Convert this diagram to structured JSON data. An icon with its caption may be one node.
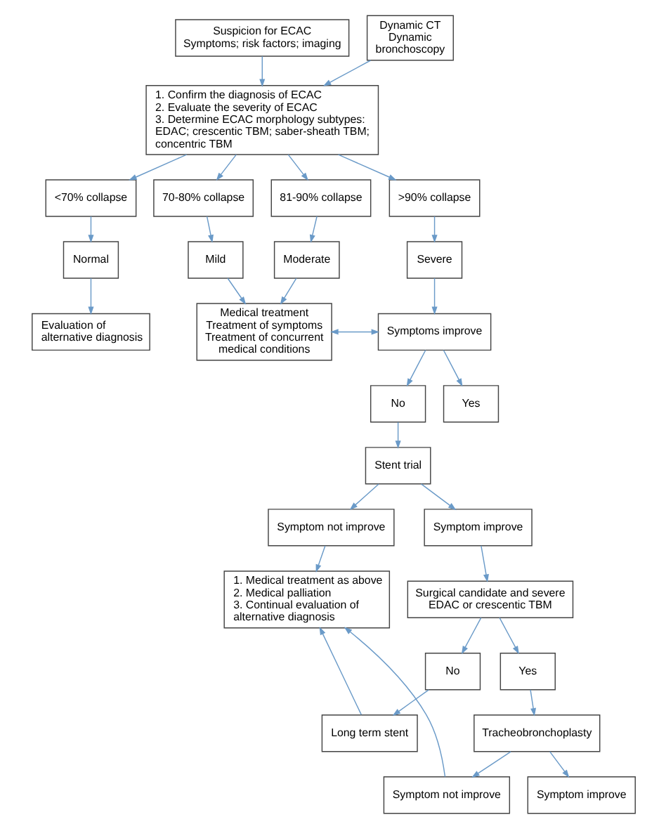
{
  "diagram": {
    "nodes": [
      {
        "text": [
          "Suspicion for ECAC",
          "Symptoms; risk factors; imaging"
        ]
      },
      {
        "text": [
          "Dynamic CT",
          "Dynamic bronchoscopy"
        ]
      },
      {
        "text": [
          "1. Confirm the diagnosis of ECAC",
          "2. Evaluate the severity of ECAC",
          "3. Determine ECAC morphology subtypes: EDAC; crescentic TBM; saber-sheath TBM; concentric TBM"
        ]
      },
      {
        "text": [
          "<70% collapse"
        ]
      },
      {
        "text": [
          "70-80% collapse"
        ]
      },
      {
        "text": [
          "81-90% collapse"
        ]
      },
      {
        "text": [
          ">90% collapse"
        ]
      },
      {
        "text": [
          "Normal"
        ]
      },
      {
        "text": [
          "Mild"
        ]
      },
      {
        "text": [
          "Moderate"
        ]
      },
      {
        "text": [
          "Severe"
        ]
      },
      {
        "text": [
          "Evaluation of alternative diagnosis"
        ]
      },
      {
        "text": [
          "Medical treatment",
          "Treatment of symptoms",
          "Treatment of concurrent medical conditions"
        ]
      },
      {
        "text": [
          "Symptoms improve"
        ]
      },
      {
        "text": [
          "No"
        ]
      },
      {
        "text": [
          "Yes"
        ]
      },
      {
        "text": [
          "Stent trial"
        ]
      },
      {
        "text": [
          "Symptom not improve"
        ]
      },
      {
        "text": [
          "Symptom improve"
        ]
      },
      {
        "text": [
          "1. Medical treatment as above",
          "2. Medical palliation",
          "3. Continual evaluation of alternative diagnosis"
        ]
      },
      {
        "text": [
          "Surgical candidate and severe EDAC or crescentic TBM"
        ]
      },
      {
        "text": [
          "No"
        ]
      },
      {
        "text": [
          "Yes"
        ]
      },
      {
        "text": [
          "Long term stent"
        ]
      },
      {
        "text": [
          "Tracheobronchoplasty"
        ]
      },
      {
        "text": [
          "Symptom not improve"
        ]
      },
      {
        "text": [
          "Symptom improve"
        ]
      }
    ],
    "edges": [
      {
        "from": 0,
        "to": 2,
        "arrow": "to"
      },
      {
        "from": 1,
        "to": 2,
        "arrow": "to"
      },
      {
        "from": 2,
        "to": 3,
        "arrow": "to"
      },
      {
        "from": 2,
        "to": 4,
        "arrow": "to"
      },
      {
        "from": 2,
        "to": 5,
        "arrow": "to"
      },
      {
        "from": 2,
        "to": 6,
        "arrow": "to"
      },
      {
        "from": 3,
        "to": 7,
        "arrow": "to"
      },
      {
        "from": 4,
        "to": 8,
        "arrow": "to"
      },
      {
        "from": 5,
        "to": 9,
        "arrow": "to"
      },
      {
        "from": 6,
        "to": 10,
        "arrow": "to"
      },
      {
        "from": 7,
        "to": 11,
        "arrow": "to"
      },
      {
        "from": 8,
        "to": 12,
        "arrow": "to"
      },
      {
        "from": 9,
        "to": 12,
        "arrow": "to"
      },
      {
        "from": 12,
        "to": 13,
        "arrow": "both"
      },
      {
        "from": 10,
        "to": 13,
        "arrow": "to"
      },
      {
        "from": 13,
        "to": 14,
        "arrow": "to"
      },
      {
        "from": 13,
        "to": 15,
        "arrow": "to"
      },
      {
        "from": 14,
        "to": 16,
        "arrow": "to"
      },
      {
        "from": 16,
        "to": 17,
        "arrow": "to"
      },
      {
        "from": 16,
        "to": 18,
        "arrow": "to"
      },
      {
        "from": 17,
        "to": 19,
        "arrow": "to"
      },
      {
        "from": 18,
        "to": 20,
        "arrow": "to"
      },
      {
        "from": 20,
        "to": 21,
        "arrow": "to"
      },
      {
        "from": 20,
        "to": 22,
        "arrow": "to"
      },
      {
        "from": 21,
        "to": 23,
        "arrow": "to"
      },
      {
        "from": 22,
        "to": 24,
        "arrow": "to"
      },
      {
        "from": 23,
        "to": 19,
        "arrow": "to"
      },
      {
        "from": 24,
        "to": 25,
        "arrow": "to"
      },
      {
        "from": 24,
        "to": 26,
        "arrow": "to"
      },
      {
        "from": 25,
        "to": 19,
        "arrow": "to"
      }
    ]
  }
}
